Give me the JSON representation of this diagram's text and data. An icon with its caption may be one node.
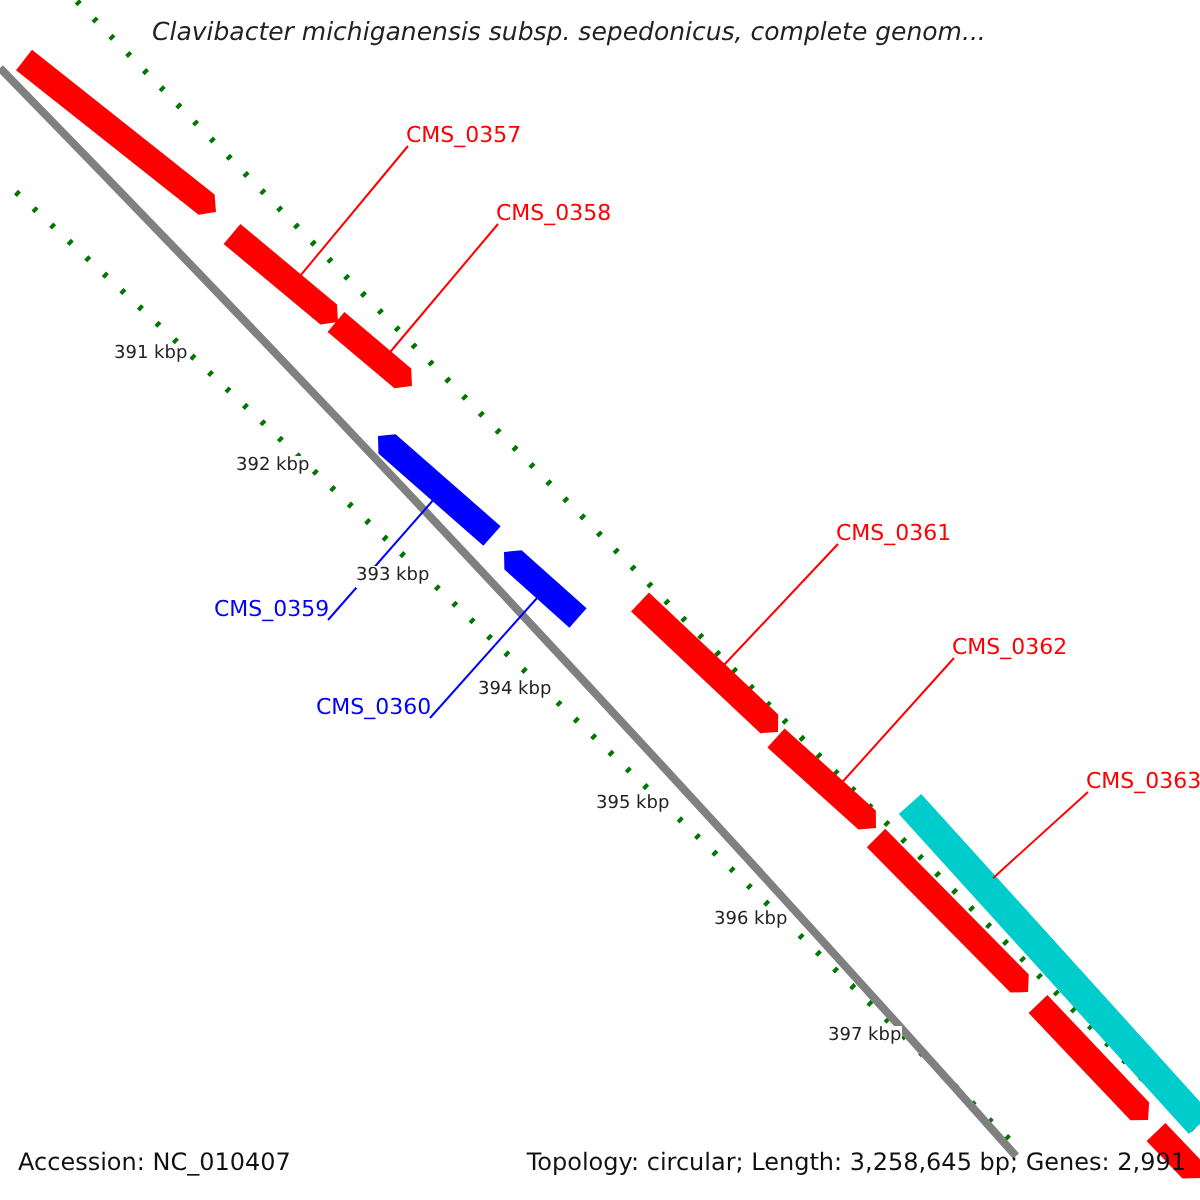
{
  "diagram": {
    "title": "Clavibacter michiganensis subsp. sepedonicus, complete genom...",
    "nodes": [
      {
        "text": [
          "CMS_0357"
        ]
      },
      {
        "text": [
          "CMS_0358"
        ]
      },
      {
        "text": [
          "CMS_0359"
        ]
      },
      {
        "text": [
          "CMS_0360"
        ]
      },
      {
        "text": [
          "CMS_0361"
        ]
      },
      {
        "text": [
          "CMS_0362"
        ]
      },
      {
        "text": [
          "CMS_0363"
        ]
      },
      {
        "text": [],
        "shape": "arrow"
      },
      {
        "text": [],
        "shape": "arrow"
      },
      {
        "text": [],
        "shape": "arrow"
      },
      {
        "text": [],
        "shape": "arrow"
      },
      {
        "text": [],
        "shape": "arrow"
      },
      {
        "text": [],
        "shape": "arrow"
      },
      {
        "text": [],
        "shape": "bar"
      },
      {
        "text": [],
        "shape": "arrow"
      },
      {
        "text": [],
        "shape": "arrow"
      },
      {
        "text": [],
        "shape": "arrow"
      },
      {
        "text": [],
        "shape": "arrow"
      }
    ],
    "edges": [
      {
        "from": 0,
        "to": 7,
        "arrow": "none"
      },
      {
        "from": 1,
        "to": 8,
        "arrow": "none"
      },
      {
        "from": 2,
        "to": 9,
        "arrow": "none",
        "color": "#0000ff"
      },
      {
        "from": 3,
        "to": 10,
        "arrow": "none",
        "color": "#0000ff"
      },
      {
        "from": 4,
        "to": 11,
        "arrow": "none"
      },
      {
        "from": 5,
        "to": 12,
        "arrow": "none"
      },
      {
        "from": 6,
        "to": 13,
        "arrow": "none"
      }
    ],
    "labels": [
      "391 kbp",
      "392 kbp",
      "393 kbp",
      "394 kbp",
      "395 kbp",
      "396 kbp",
      "397 kbp",
      "Accession: NC_010407",
      "Topology: circular; Length: 3,258,645 bp; Genes: 2,991"
    ]
  }
}
